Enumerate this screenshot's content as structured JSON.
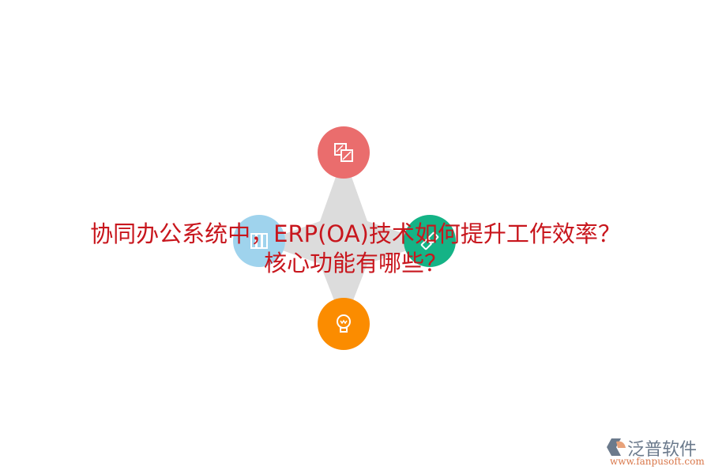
{
  "title": {
    "line1": "协同办公系统中，ERP(OA)技术如何提升工作效率？",
    "line2": "核心功能有哪些？",
    "color": "#c8161d"
  },
  "diagram": {
    "center_color": "#dcdcdc",
    "nodes": [
      {
        "position": "top",
        "icon": "documents-icon",
        "color": "#ea6d6d"
      },
      {
        "position": "left",
        "icon": "columns-icon",
        "color": "#9fd3ed"
      },
      {
        "position": "right",
        "icon": "link-icon",
        "color": "#14b386"
      },
      {
        "position": "bottom",
        "icon": "lightbulb-icon",
        "color": "#fb8c00"
      }
    ]
  },
  "logo": {
    "name": "泛普软件",
    "url": "www.fanpusoft.com"
  }
}
